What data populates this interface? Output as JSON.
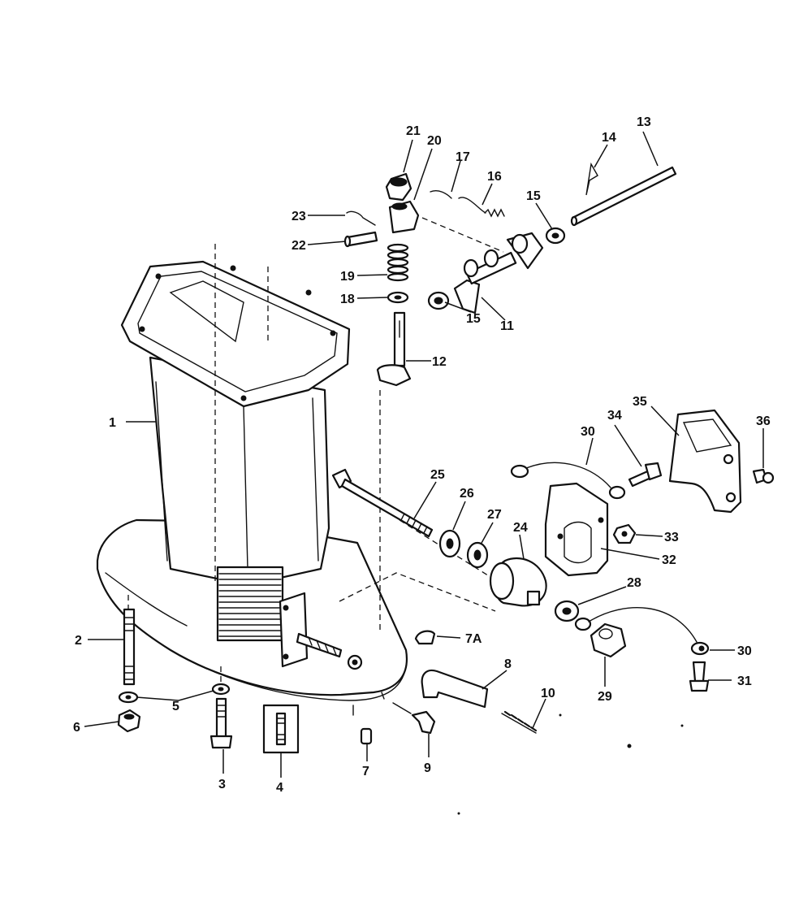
{
  "callouts": [
    {
      "id": "c1",
      "label": "1"
    },
    {
      "id": "c2",
      "label": "2"
    },
    {
      "id": "c3",
      "label": "3"
    },
    {
      "id": "c4",
      "label": "4"
    },
    {
      "id": "c5",
      "label": "5"
    },
    {
      "id": "c6",
      "label": "6"
    },
    {
      "id": "c7",
      "label": "7"
    },
    {
      "id": "c7a",
      "label": "7A"
    },
    {
      "id": "c8",
      "label": "8"
    },
    {
      "id": "c9",
      "label": "9"
    },
    {
      "id": "c10",
      "label": "10"
    },
    {
      "id": "c11",
      "label": "11"
    },
    {
      "id": "c12",
      "label": "12"
    },
    {
      "id": "c13",
      "label": "13"
    },
    {
      "id": "c14",
      "label": "14"
    },
    {
      "id": "c15a",
      "label": "15"
    },
    {
      "id": "c15b",
      "label": "15"
    },
    {
      "id": "c16",
      "label": "16"
    },
    {
      "id": "c17",
      "label": "17"
    },
    {
      "id": "c18",
      "label": "18"
    },
    {
      "id": "c19",
      "label": "19"
    },
    {
      "id": "c20",
      "label": "20"
    },
    {
      "id": "c21",
      "label": "21"
    },
    {
      "id": "c22",
      "label": "22"
    },
    {
      "id": "c23",
      "label": "23"
    },
    {
      "id": "c24",
      "label": "24"
    },
    {
      "id": "c25",
      "label": "25"
    },
    {
      "id": "c26",
      "label": "26"
    },
    {
      "id": "c27",
      "label": "27"
    },
    {
      "id": "c28",
      "label": "28"
    },
    {
      "id": "c29",
      "label": "29"
    },
    {
      "id": "c30a",
      "label": "30"
    },
    {
      "id": "c30b",
      "label": "30"
    },
    {
      "id": "c31",
      "label": "31"
    },
    {
      "id": "c32",
      "label": "32"
    },
    {
      "id": "c33",
      "label": "33"
    },
    {
      "id": "c34",
      "label": "34"
    },
    {
      "id": "c35",
      "label": "35"
    },
    {
      "id": "c36",
      "label": "36"
    }
  ]
}
